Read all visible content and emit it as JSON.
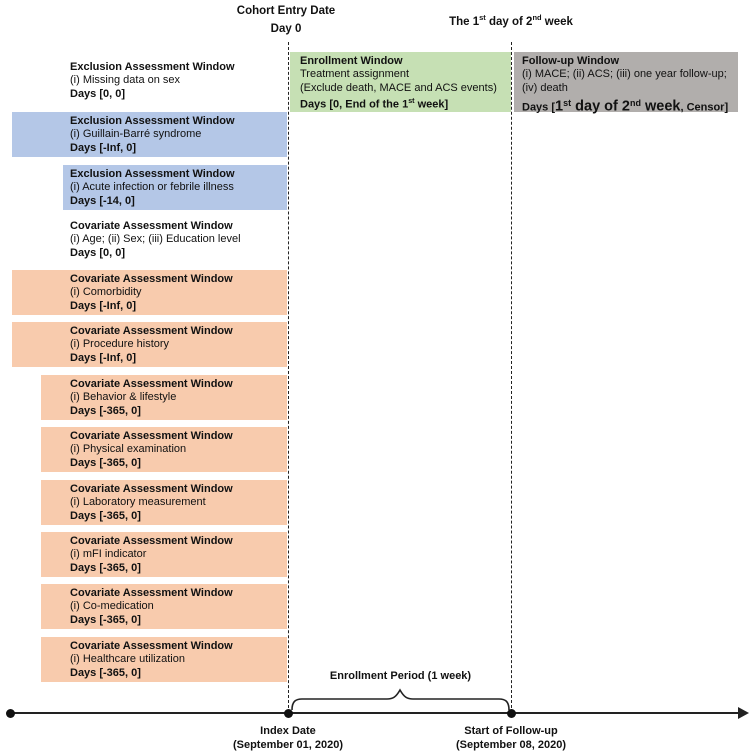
{
  "colors": {
    "blue": "#b4c7e7",
    "orange": "#f8cbad",
    "green": "#c6e0b4",
    "gray": "#b1aeac",
    "line": "#222222"
  },
  "top_labels": {
    "cohort_entry_line1": "Cohort Entry Date",
    "cohort_entry_line2": "Day 0",
    "second_week": {
      "pre": "The 1",
      "sup1": "st",
      "mid": " day of 2",
      "sup2": "nd",
      "post": " week"
    }
  },
  "enrollment_window": {
    "title": "Enrollment Window",
    "line2": "Treatment assignment",
    "line3": "(Exclude death, MACE and ACS events)",
    "days": {
      "pre": "Days [0, End of the 1",
      "sup": "st",
      "post": " week]"
    }
  },
  "followup_window": {
    "title": "Follow-up Window",
    "line2": "(i) MACE; (ii) ACS; (iii) one year follow-up;",
    "line3": "(iv) death",
    "days": {
      "pre": "Days [",
      "big1": "1",
      "sup1": "st",
      "big2": " day of 2",
      "sup2": "nd",
      "big3": " week",
      "post": ", Censor]"
    }
  },
  "windows": [
    {
      "title": "Exclusion Assessment Window",
      "item": "(i) Missing data on sex",
      "days": "Days [0, 0]",
      "color": "none"
    },
    {
      "title": "Exclusion Assessment Window",
      "item": "(i) Guillain-Barré syndrome",
      "days": "Days [-Inf, 0]",
      "color": "blue"
    },
    {
      "title": "Exclusion Assessment Window",
      "item": "(i) Acute infection or febrile illness",
      "days": "Days [-14, 0]",
      "color": "blue"
    },
    {
      "title": "Covariate Assessment Window",
      "item": "(i) Age; (ii) Sex; (iii) Education level",
      "days": "Days [0, 0]",
      "color": "none"
    },
    {
      "title": "Covariate Assessment Window",
      "item": "(i) Comorbidity",
      "days": "Days [-Inf, 0]",
      "color": "orange"
    },
    {
      "title": "Covariate Assessment Window",
      "item": "(i) Procedure history",
      "days": "Days [-Inf, 0]",
      "color": "orange"
    },
    {
      "title": "Covariate Assessment Window",
      "item": "(i) Behavior & lifestyle",
      "days": "Days [-365, 0]",
      "color": "orange"
    },
    {
      "title": "Covariate Assessment Window",
      "item": "(i) Physical examination",
      "days": "Days [-365, 0]",
      "color": "orange"
    },
    {
      "title": "Covariate Assessment Window",
      "item": "(i) Laboratory measurement",
      "days": "Days [-365, 0]",
      "color": "orange"
    },
    {
      "title": "Covariate Assessment Window",
      "item": "(i) mFI indicator",
      "days": "Days [-365, 0]",
      "color": "orange"
    },
    {
      "title": "Covariate Assessment Window",
      "item": "(i) Co-medication",
      "days": "Days [-365, 0]",
      "color": "orange"
    },
    {
      "title": "Covariate Assessment Window",
      "item": "(i) Healthcare utilization",
      "days": "Days [-365, 0]",
      "color": "orange"
    }
  ],
  "timeline": {
    "enrollment_period_label": "Enrollment Period (1 week)",
    "index_date_line1": "Index Date",
    "index_date_line2": "(September 01, 2020)",
    "start_followup_line1": "Start of Follow-up",
    "start_followup_line2": "(September 08, 2020)"
  }
}
